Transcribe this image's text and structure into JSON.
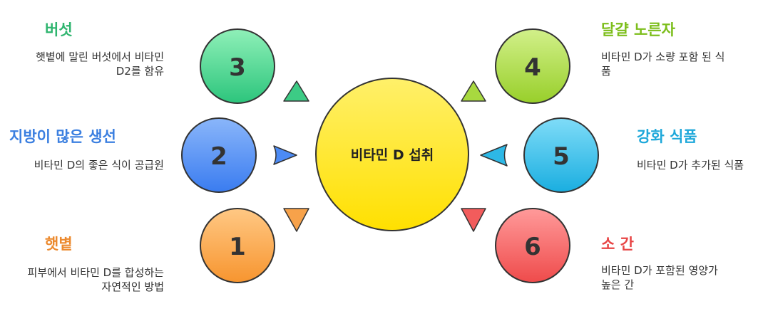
{
  "center": {
    "label": "비타민 D 섭취",
    "color": "#FFE629"
  },
  "items": [
    {
      "number": "3",
      "title": "버섯",
      "desc": "햇볕에 말린 버섯에서 비타민 D2를 함유",
      "color": "#3CCB85",
      "title_color": "#2FB56F"
    },
    {
      "number": "2",
      "title": "지방이 많은 생선",
      "desc": "비타민 D의 좋은 식이 공급원",
      "color": "#4C8BF5",
      "title_color": "#3B7FE0"
    },
    {
      "number": "1",
      "title": "햇볕",
      "desc": "피부에서 비타민 D를 합성하는 자연적인 방법",
      "color": "#F7A24A",
      "title_color": "#EC8A2F"
    },
    {
      "number": "4",
      "title": "달걀 노른자",
      "desc": "비타민 D가 소량 포함 된 식품",
      "color": "#A8D93F",
      "title_color": "#7DBE1C"
    },
    {
      "number": "5",
      "title": "강화 식품",
      "desc": "비타민 D가 추가된 식품",
      "color": "#2DB8E6",
      "title_color": "#1EA8DA"
    },
    {
      "number": "6",
      "title": "소 간",
      "desc": "비타민 D가 포함된 영양가 높은 간",
      "color": "#F25C5C",
      "title_color": "#E84646"
    }
  ]
}
